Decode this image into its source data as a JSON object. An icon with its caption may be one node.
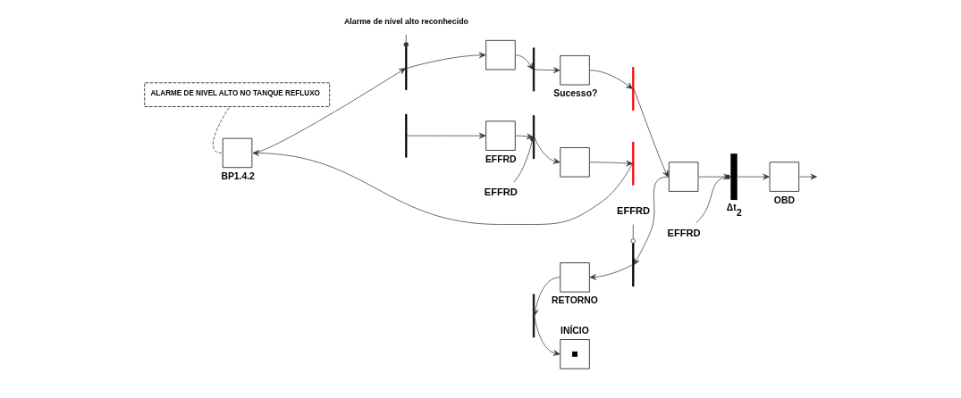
{
  "diagram": {
    "nodes": [
      {
        "text": [
          "ALARME DE NIVEL ALTO NO TANQUE REFLUXO"
        ]
      },
      {
        "text": [
          "EFFRD"
        ]
      },
      {
        "text": [
          "EFFRD"
        ]
      },
      {
        "text": [],
        "shape": "bar"
      },
      {
        "text": [
          "EFFRD"
        ]
      },
      {
        "text": [],
        "shape": "bar"
      },
      {
        "text": [],
        "shape": "box"
      },
      {
        "text": [],
        "shape": "bar"
      },
      {
        "text": [
          "BP1.4.2"
        ]
      },
      {
        "text": [],
        "shape": "bar"
      },
      {
        "text": [],
        "shape": "box"
      },
      {
        "text": [],
        "shape": "bar"
      },
      {
        "text": [
          "Sucesso?"
        ]
      },
      {
        "text": [],
        "shape": "bar"
      },
      {
        "text": [],
        "shape": "box"
      },
      {
        "text": [
          "Δt$_{2}$"
        ]
      },
      {
        "text": [
          "OBD"
        ]
      },
      {
        "text": [
          "Alarme de nível alto reconhecido"
        ]
      },
      {
        "text": [
          "INÍCIO"
        ]
      },
      {
        "text": [],
        "shape": "bar"
      },
      {
        "text": [
          "RETORNO"
        ]
      },
      {
        "text": [],
        "shape": "bar"
      },
      {
        "text": [
          "EFFRD"
        ]
      }
    ],
    "edges": [
      {
        "from": 3,
        "to": 4,
        "arrow": "to"
      },
      {
        "from": 4,
        "to": 5,
        "arrow": "to"
      },
      {
        "from": 5,
        "to": 6,
        "arrow": "to"
      },
      {
        "from": 6,
        "to": 7,
        "arrow": "to"
      },
      {
        "from": 7,
        "to": 8,
        "arrow": "to"
      },
      {
        "from": 8,
        "to": 9,
        "arrow": "to"
      },
      {
        "from": 9,
        "to": 10,
        "arrow": "to"
      },
      {
        "from": 10,
        "to": 11,
        "arrow": "to"
      },
      {
        "from": 11,
        "to": 12,
        "arrow": "to"
      },
      {
        "from": 12,
        "to": 13,
        "arrow": "to"
      },
      {
        "from": 13,
        "to": 14,
        "arrow": "to"
      },
      {
        "from": 14,
        "to": 15,
        "arrow": "to"
      },
      {
        "from": 15,
        "to": 16,
        "arrow": "to"
      },
      {
        "from": 16,
        "to": null,
        "arrow": "to"
      },
      {
        "from": 1,
        "to": 5,
        "arrow": "other"
      },
      {
        "from": 2,
        "to": 15,
        "arrow": "other"
      },
      {
        "from": 17,
        "to": 9,
        "arrow": "other"
      },
      {
        "from": 0,
        "to": 8,
        "arrow": "none",
        "style": "dashed"
      },
      {
        "from": 14,
        "to": 21,
        "arrow": "to"
      },
      {
        "from": 21,
        "to": 20,
        "arrow": "to"
      },
      {
        "from": 20,
        "to": 19,
        "arrow": "to"
      },
      {
        "from": 19,
        "to": 18,
        "arrow": "to"
      },
      {
        "from": 22,
        "to": 21,
        "arrow": "other"
      }
    ]
  }
}
